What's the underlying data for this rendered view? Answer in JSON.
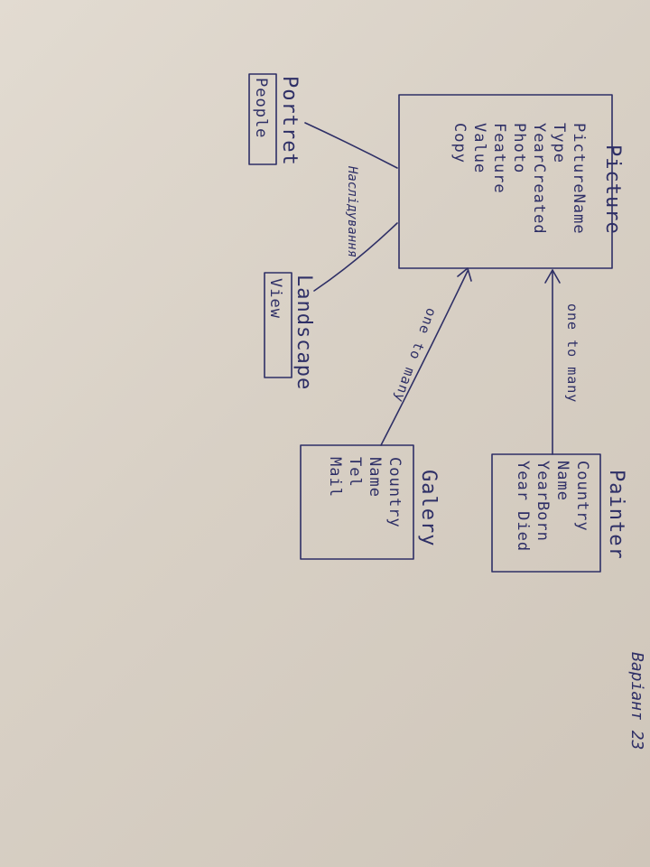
{
  "entities": {
    "picture": {
      "title": "Picture",
      "attributes": [
        "PictureName",
        "Type",
        "YearCreated",
        "Photo",
        "Feature",
        "Value",
        "Copy"
      ]
    },
    "portret": {
      "title": "Portret",
      "attributes": [
        "People"
      ]
    },
    "landscape": {
      "title": "Landscape",
      "attributes": [
        "View"
      ]
    },
    "galery": {
      "title": "Galery",
      "attributes": [
        "Country",
        "Name",
        "Tel",
        "Mail"
      ]
    },
    "painter": {
      "title": "Painter",
      "attributes": [
        "Country",
        "Name",
        "YearBorn",
        "Year Died"
      ]
    }
  },
  "relations": {
    "inheritance_label": "Наслідування",
    "galery_picture": "one to many",
    "painter_picture": "one to many"
  },
  "footer_note": "Варіант 23"
}
